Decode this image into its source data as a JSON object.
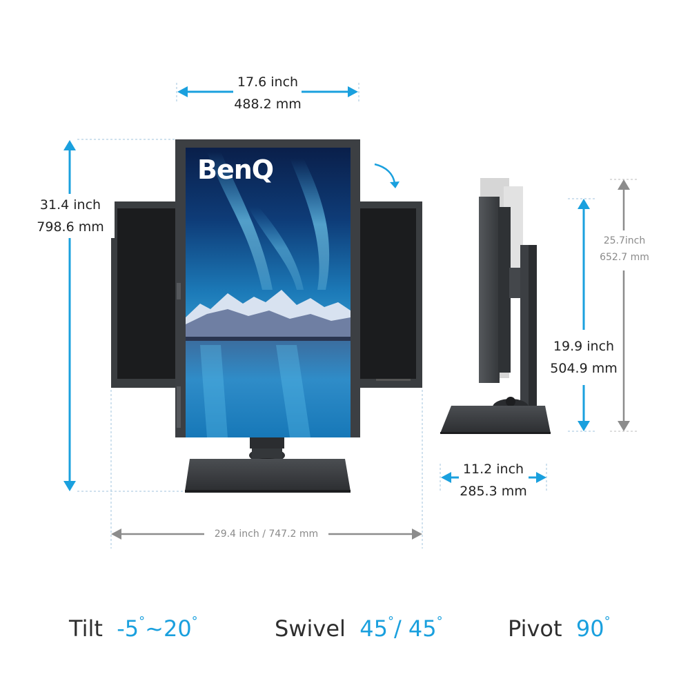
{
  "colors": {
    "accent_blue": "#1aa0de",
    "dimension_gray": "#8c8c8c",
    "monitor_body": "#3c3f43",
    "text_dark": "#2e2e2e"
  },
  "brand": {
    "logo_text": "BenQ"
  },
  "dimensions": {
    "front_width": {
      "inch": "17.6 inch",
      "mm": "488.2 mm"
    },
    "front_height": {
      "inch": "31.4 inch",
      "mm": "798.6 mm"
    },
    "landscape_width": {
      "text": "29.4 inch / 747.2 mm"
    },
    "side_max_height": {
      "inch": "25.7inch",
      "mm": "652.7 mm"
    },
    "side_min_height": {
      "inch": "19.9 inch",
      "mm": "504.9 mm"
    },
    "side_depth": {
      "inch": "11.2 inch",
      "mm": "285.3 mm"
    }
  },
  "specs": {
    "tilt": {
      "label": "Tilt",
      "v1": "-5",
      "sep": "~20"
    },
    "swivel": {
      "label": "Swivel",
      "v1": "45",
      "sep": "/ 45"
    },
    "pivot": {
      "label": "Pivot",
      "v1": "90"
    },
    "degree_symbol": "°"
  },
  "icons": {
    "rotation": "curved-arrow-icon",
    "dimension": "double-arrow-icon"
  }
}
